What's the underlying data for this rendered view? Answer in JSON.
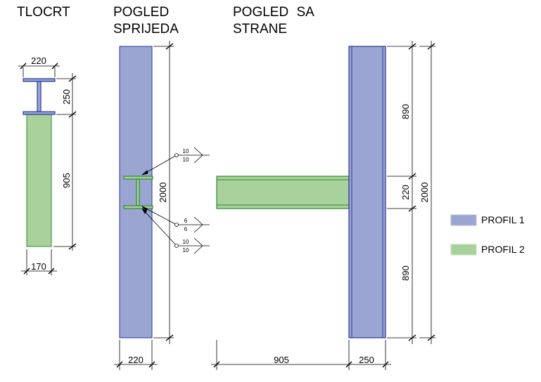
{
  "titles": {
    "plan": "TLOCRT",
    "front_line1": "POGLED",
    "front_line2": "SPRIJEDA",
    "side_line1": "POGLED SA",
    "side_line2": "STRANE"
  },
  "dimensions": {
    "plan_flange_width": "220",
    "plan_profile_depth": "250",
    "plan_beam_length": "905",
    "plan_beam_width": "170",
    "front_height": "2000",
    "front_width": "220",
    "side_top": "890",
    "side_middle": "220",
    "side_bottom": "890",
    "side_total": "2000",
    "side_beam_length": "905",
    "side_column_width": "250"
  },
  "welds": [
    {
      "top": "10",
      "bottom": "10"
    },
    {
      "top": "6",
      "bottom": "6"
    },
    {
      "top": "10",
      "bottom": "10"
    }
  ],
  "legend": [
    {
      "label": "PROFIL 1",
      "color": "#9aa5d2"
    },
    {
      "label": "PROFIL 2",
      "color": "#a9d19c"
    }
  ],
  "colors": {
    "profile1_fill": "#9aa5d2",
    "profile1_stroke": "#2a3a9a",
    "profile2_fill": "#a9d19c",
    "profile2_stroke": "#2e8a2e"
  }
}
